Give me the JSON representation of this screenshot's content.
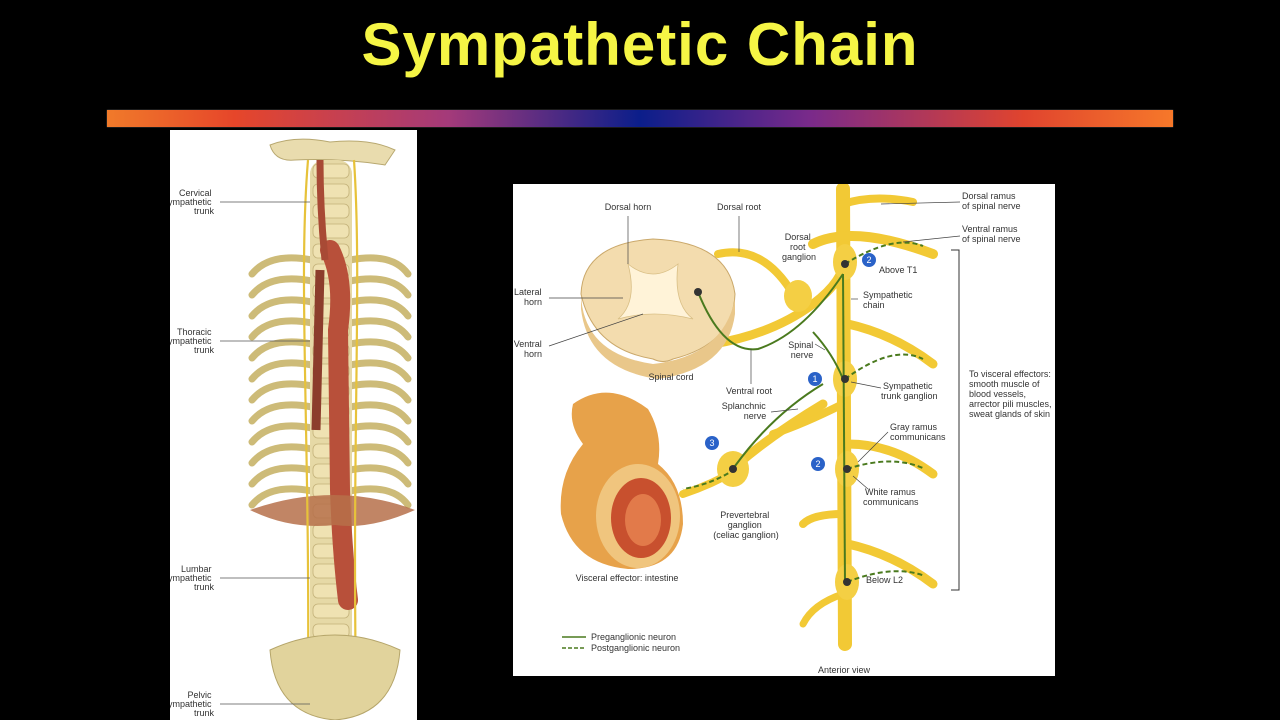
{
  "slide": {
    "title": "Sympathetic Chain"
  },
  "left_figure": {
    "labels": {
      "cervical": [
        "Cervical",
        "sympathetic",
        "trunk"
      ],
      "thoracic": [
        "Thoracic",
        "sympathetic",
        "trunk"
      ],
      "lumbar": [
        "Lumbar",
        "sympathetic",
        "trunk"
      ],
      "pelvic": [
        "Pelvic",
        "sympathetic",
        "trunk"
      ]
    }
  },
  "right_figure": {
    "labels": {
      "dorsal_horn": "Dorsal horn",
      "dorsal_root": "Dorsal root",
      "dorsal_root_ganglion": [
        "Dorsal",
        "root",
        "ganglion"
      ],
      "dorsal_ramus": [
        "Dorsal ramus",
        "of spinal nerve"
      ],
      "ventral_ramus": [
        "Ventral ramus",
        "of spinal nerve"
      ],
      "above_t1": "Above T1",
      "sympathetic_chain": [
        "Sympathetic",
        "chain"
      ],
      "lateral_horn": [
        "Lateral",
        "horn"
      ],
      "ventral_horn": [
        "Ventral",
        "horn"
      ],
      "spinal_cord": "Spinal cord",
      "ventral_root": "Ventral root",
      "spinal_nerve": [
        "Spinal",
        "nerve"
      ],
      "sympathetic_trunk_ganglion": [
        "Sympathetic",
        "trunk ganglion"
      ],
      "splanchnic_nerve": [
        "Splanchnic",
        "nerve"
      ],
      "gray_ramus": [
        "Gray ramus",
        "communicans"
      ],
      "white_ramus": [
        "White ramus",
        "communicans"
      ],
      "prevertebral_ganglion": [
        "Prevertebral",
        "ganglion",
        "(celiac ganglion)"
      ],
      "visceral_effector": "Visceral effector: intestine",
      "below_l2": "Below L2",
      "to_visceral_effectors": [
        "To visceral effectors:",
        "smooth muscle of",
        "blood vessels,",
        "arrector pili muscles,",
        "sweat glands of skin"
      ],
      "legend_pre": "Preganglionic neuron",
      "legend_post": "Postganglionic neuron",
      "anterior_view": "Anterior view"
    },
    "badges": [
      "1",
      "2",
      "2",
      "3"
    ]
  },
  "colors": {
    "title": "#f5f545",
    "nerve_yellow": "#f2c935",
    "neuron_green": "#4a7a1e",
    "badge_blue": "#2a62c8",
    "cord": "#f3dcae"
  }
}
